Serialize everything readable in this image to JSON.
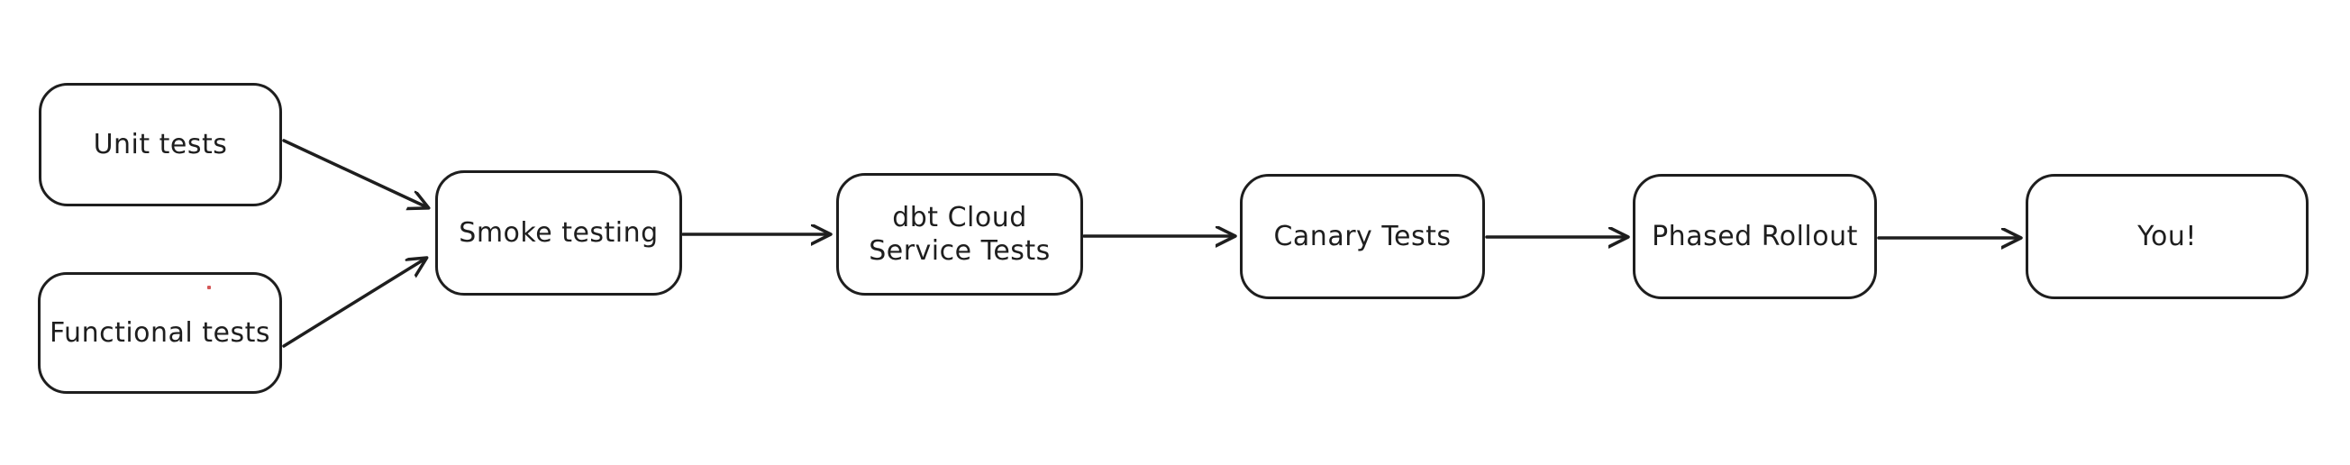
{
  "diagram": {
    "type": "flowchart",
    "style": "hand-drawn",
    "nodes": [
      {
        "id": "unit-tests",
        "label": "Unit tests"
      },
      {
        "id": "functional-tests",
        "label": "Functional tests"
      },
      {
        "id": "smoke-testing",
        "label": "Smoke testing"
      },
      {
        "id": "dbt-cloud-service-tests",
        "label": "dbt Cloud\nService Tests"
      },
      {
        "id": "canary-tests",
        "label": "Canary Tests"
      },
      {
        "id": "phased-rollout",
        "label": "Phased Rollout"
      },
      {
        "id": "you",
        "label": "You!"
      }
    ],
    "edges": [
      {
        "from": "unit-tests",
        "to": "smoke-testing"
      },
      {
        "from": "functional-tests",
        "to": "smoke-testing"
      },
      {
        "from": "smoke-testing",
        "to": "dbt-cloud-service-tests"
      },
      {
        "from": "dbt-cloud-service-tests",
        "to": "canary-tests"
      },
      {
        "from": "canary-tests",
        "to": "phased-rollout"
      },
      {
        "from": "phased-rollout",
        "to": "you"
      }
    ],
    "colors": {
      "stroke": "#1e1e1e",
      "background": "#ffffff",
      "artifact_dot": "#d45757"
    }
  }
}
